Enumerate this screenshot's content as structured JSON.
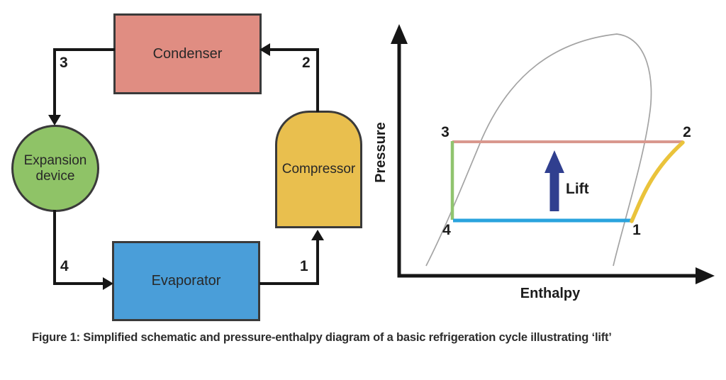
{
  "figure": {
    "caption": "Figure 1: Simplified schematic and pressure-enthalpy diagram of a basic refrigeration cycle illustrating ‘lift’"
  },
  "schematic": {
    "components": {
      "condenser": {
        "label": "Condenser",
        "fill": "#e08d82"
      },
      "expansion_device": {
        "label": "Expansion device",
        "fill": "#8fc367"
      },
      "evaporator": {
        "label": "Evaporator",
        "fill": "#4a9ed9"
      },
      "compressor": {
        "label": "Compressor",
        "fill": "#e9bf4e"
      }
    },
    "points": {
      "p1": "1",
      "p2": "2",
      "p3": "3",
      "p4": "4"
    }
  },
  "ph_diagram": {
    "pressure_axis_label": "Pressure",
    "enthalpy_axis_label": "Enthalpy",
    "lift_label": "Lift",
    "points": {
      "p1": "1",
      "p2": "2",
      "p3": "3",
      "p4": "4"
    },
    "colors": {
      "line_3_2": "#d9988e",
      "line_3_4": "#90c46e",
      "line_4_1": "#2aa3dd",
      "curve_1_2": "#eac33b",
      "lift_arrow": "#303f8f",
      "saturation_dome": "#a3a3a3",
      "axes": "#161616"
    }
  }
}
